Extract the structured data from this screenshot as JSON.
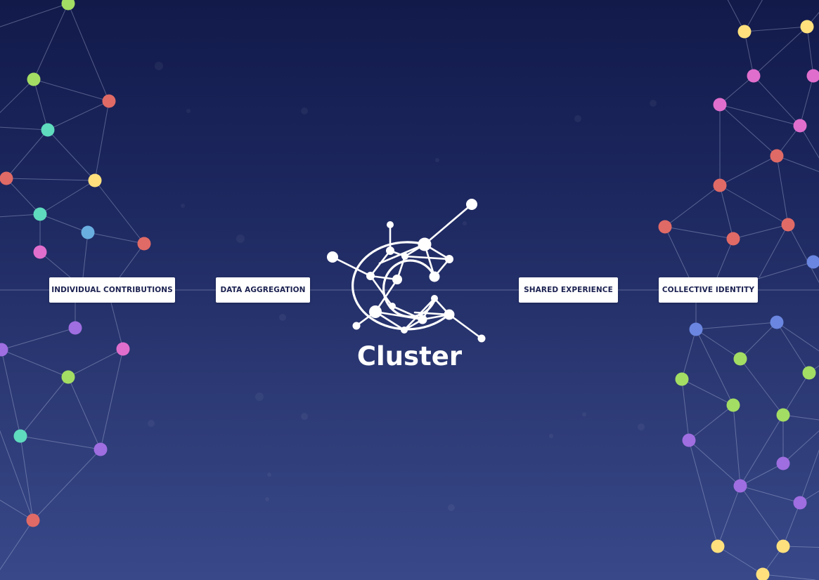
{
  "brand": {
    "name": "Cluster",
    "logo_icon": "cluster-network-c-icon",
    "color": "#ffffff"
  },
  "flow_labels": [
    {
      "text": "INDIVIDUAL CONTRIBUTIONS"
    },
    {
      "text": "DATA AGGREGATION"
    },
    {
      "text": "SHARED EXPERIENCE"
    },
    {
      "text": "COLLECTIVE IDENTITY"
    }
  ],
  "colors": {
    "background_top": "#121a4a",
    "background_bottom": "#384889",
    "label_text": "#1b2150",
    "node_green": "#a3dd63",
    "node_red": "#e06a66",
    "node_teal": "#5fdbbe",
    "node_yellow": "#ffe07d",
    "node_blue": "#6aaee0",
    "node_pink": "#e06ecc",
    "node_purple": "#9f6ee0",
    "node_periwinkle": "#6a86e0"
  },
  "networks": {
    "left": {
      "nodes": [
        {
          "id": "a",
          "color": "green"
        },
        {
          "id": "b",
          "color": "green"
        },
        {
          "id": "c",
          "color": "red"
        },
        {
          "id": "d",
          "color": "teal"
        },
        {
          "id": "e",
          "color": "red"
        },
        {
          "id": "f",
          "color": "yellow"
        },
        {
          "id": "g",
          "color": "teal"
        },
        {
          "id": "h",
          "color": "blue"
        },
        {
          "id": "i",
          "color": "pink"
        },
        {
          "id": "j",
          "color": "red"
        },
        {
          "id": "k",
          "color": "purple"
        },
        {
          "id": "l",
          "color": "purple"
        },
        {
          "id": "m",
          "color": "pink"
        },
        {
          "id": "n",
          "color": "green"
        },
        {
          "id": "o",
          "color": "teal"
        },
        {
          "id": "p",
          "color": "purple"
        },
        {
          "id": "q",
          "color": "red"
        }
      ]
    },
    "right": {
      "nodes": [
        {
          "id": "A",
          "color": "yellow"
        },
        {
          "id": "B",
          "color": "yellow"
        },
        {
          "id": "C",
          "color": "pink"
        },
        {
          "id": "D",
          "color": "pink"
        },
        {
          "id": "E",
          "color": "pink"
        },
        {
          "id": "F",
          "color": "pink"
        },
        {
          "id": "G",
          "color": "red"
        },
        {
          "id": "H",
          "color": "red"
        },
        {
          "id": "I",
          "color": "red"
        },
        {
          "id": "J",
          "color": "red"
        },
        {
          "id": "K",
          "color": "red"
        },
        {
          "id": "L",
          "color": "periwinkle"
        },
        {
          "id": "M",
          "color": "periwinkle"
        },
        {
          "id": "N",
          "color": "periwinkle"
        },
        {
          "id": "O",
          "color": "green"
        },
        {
          "id": "P",
          "color": "green"
        },
        {
          "id": "Q",
          "color": "green"
        },
        {
          "id": "R",
          "color": "green"
        },
        {
          "id": "S",
          "color": "green"
        },
        {
          "id": "T",
          "color": "purple"
        },
        {
          "id": "U",
          "color": "purple"
        },
        {
          "id": "V",
          "color": "purple"
        },
        {
          "id": "W",
          "color": "purple"
        },
        {
          "id": "X",
          "color": "yellow"
        },
        {
          "id": "Y",
          "color": "yellow"
        },
        {
          "id": "Z",
          "color": "yellow"
        }
      ]
    }
  }
}
